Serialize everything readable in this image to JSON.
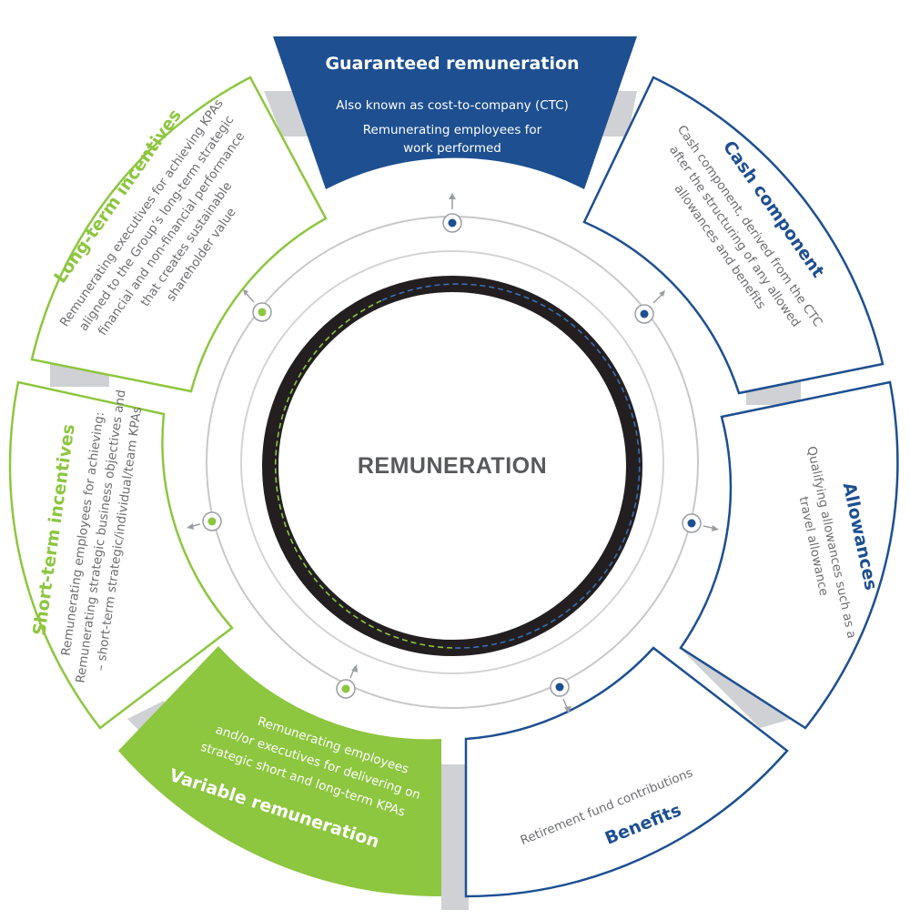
{
  "center": {
    "label": "REMUNERATION"
  },
  "colors": {
    "blue": "#1d4f91",
    "green": "#8dc63f",
    "gray_gap": "#cfd1d4",
    "ring": "#c8c8c8",
    "core": "#231f20",
    "center_text": "#58595b",
    "body_text": "#6d6e71"
  },
  "segments": {
    "guaranteed": {
      "title": "Guaranteed remuneration",
      "lines": [
        "Also known as cost-to-company (CTC)",
        "Remunerating employees for",
        "work performed"
      ]
    },
    "cash": {
      "title": "Cash component",
      "lines": [
        "Cash component, derived from the CTC",
        "after the structuring of any allowed",
        "allowances and benefits"
      ]
    },
    "allowances": {
      "title": "Allowances",
      "lines": [
        "Qualifying allowances such as a",
        "travel allowance"
      ]
    },
    "benefits": {
      "title": "Benefits",
      "lines": [
        "Retirement fund contributions"
      ]
    },
    "variable": {
      "title": "Variable remuneration",
      "lines": [
        "Remunerating employees",
        "and/or executives for delivering on",
        "strategic short and long-term KPAs"
      ]
    },
    "short_term": {
      "title": "Short-term incentives",
      "lines": [
        "Remunerating employees for achieving:",
        "Remunerating strategic business objectives and",
        "– short-term strategic/individual/team KPAs"
      ]
    },
    "long_term": {
      "title": "Long-term incentives",
      "lines": [
        "Remunerating executives for achieving KPAs",
        "aligned to the Group’s long-term strategic",
        "financial and non-financial performance",
        "that creates sustainable",
        "shareholder value"
      ]
    }
  }
}
